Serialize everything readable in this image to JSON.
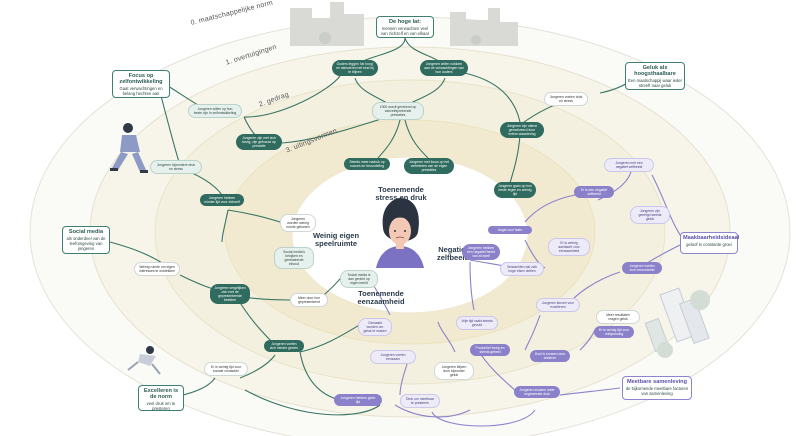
{
  "rings": {
    "r0": "0. maatschappelijke norm",
    "r1": "1. overtuigingen",
    "r2": "2. gedrag",
    "r3": "3. uitingsvormen"
  },
  "zones": {
    "stress": "Toenemende stress en druk",
    "ruimte": "Weinig eigen speelruimte",
    "zelfbeeld": "Negatief zelfbeeld",
    "eenzaamheid": "Toenemende eenzaamheid"
  },
  "boxes": {
    "hogelat_title": "De hoge lat:",
    "hogelat_sub": "mensen verwachten veel van zichzelf en van elkaar",
    "focus_title": "Focus op zelfontwikkeling",
    "focus_sub": "Gaat verwachtingen en belang hechten aan",
    "geluk_title": "Geluk als hoogsthaalbare",
    "geluk_sub": "Een maatschappij waar ieder streeft naar geluk",
    "social_title": "Social media",
    "social_sub": "als onderdeel van de leefomgeving van jongeren",
    "maak_title": "Maakbaarheidsideaal",
    "maak_sub": "geloof in constante groei",
    "excel_title": "Excelleren is de norm",
    "excel_sub": "veel druk om te presteren",
    "meet_title": "Meetbare samenleving",
    "meet_sub": "de bijkomende meetbare factoren van samenleving"
  },
  "notes": {
    "n1": "Ouders leggen ‘lat hoog’ en stimuleren het kind bij te blijven",
    "n2": "Jongeren willen voldoen aan de verwachtingen van hun ouders",
    "n3": "Jongeren willen op hun beste zijn in zelfontwikkeling",
    "n4": "Jongeren zijn met zich bezig, zijn gefocust op prestatie",
    "n5": "1900 wordt gerekend op vanzelfsprekende prestaties",
    "n6": "Steeds meer nadruk op succes en beoordeling",
    "n7": "Jongeren met focus op het verbeteren van de eigen prestaties",
    "n8": "Jongeren zijn uiterst gemotiveerd door extern waardering",
    "n9": "Jongeren voelen druk en stress",
    "n10": "Jongeren gaan op hun beste tegen en weinig tijd",
    "n11": "Jongeren bijzondere druk en stress",
    "n12": "Jongeren hebben minder tijd voor zichzelf",
    "n13": "Jongeren worden weinig ruimte geboden",
    "n14": "Social media’s bekijken en gerelateerde inhoud",
    "n15": "Weinig ruimte om eigen interesses te ontdekken",
    "n16": "Jongeren vergelijken zich met de gepresenteerde beelden",
    "n17": "Meer door hun gepresenteerd",
    "n18": "Social media is dan gericht op eigen beeld",
    "n19": "Jongeren voelen zich minder gezien",
    "n20": "Er is weinig tijd voor sociale contacten",
    "n21": "Er is een negatief zelfbeeld",
    "n22": "Jongeren met een negatief zelfbeeld",
    "n23": "Angst voor falen",
    "n24": "Er is weinig aandacht voor eenzaamheid",
    "n25": "Jongeren hebben een negatief beeld van zichzelf",
    "n26": "Verwachten dat zich hoge eisen stellen",
    "n27": "Jongeren voelen zich veroordeeld",
    "n28": "Jongeren kiezen voor excelleren",
    "n29": "Er is weinig tijd voor ontspanning",
    "n30": "Vrije tijd raakt steeds gevuld",
    "n31": "Productief bezig en steeds geheel",
    "n32": "Jongeren voelen eenzaam",
    "n33": "Jongeren hebben geen tijd",
    "n34": "Druk om meetbaar te presteren",
    "n35": "Jongeren ervaren meer ongewenste druk",
    "n36": "Gemaakt worden om geluk te maken",
    "n37": "Meer resultaten vragen geluk",
    "n38": "Jongeren zijn geneigd steeds geluk",
    "n39": "Doel is ervaren door anderen",
    "n40": "Jongeren blijven door bijzonder geluk"
  },
  "colors": {
    "green": "#2f6b5f",
    "purple": "#8b81cb",
    "ring": "#f4f1e3",
    "line_green": "#3a7565",
    "line_purple": "#8b81cb"
  },
  "icons": [
    "city-skyline-icon",
    "stressed-girl-icon",
    "sitting-person-icon",
    "falling-person-icon",
    "buildings-icon"
  ]
}
